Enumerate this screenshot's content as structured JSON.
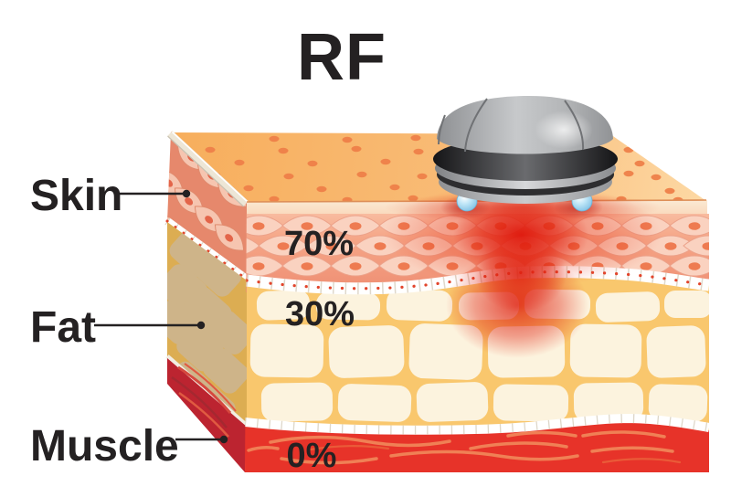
{
  "title": "RF",
  "layers": [
    {
      "id": "skin",
      "label": "Skin",
      "energy_pct": "70%"
    },
    {
      "id": "fat",
      "label": "Fat",
      "energy_pct": "30%"
    },
    {
      "id": "muscle",
      "label": "Muscle",
      "energy_pct": "0%"
    }
  ],
  "colors": {
    "text": "#242122",
    "skin_surface_orange": "#f8b160",
    "skin_dermis_salmon": "#f4a085",
    "skin_cell_pink": "#fad2c0",
    "fat_web_yellow": "#f9c76d",
    "fat_cell_cream": "#fcf3de",
    "fat_side_tan": "#ceb489",
    "muscle_red": "#e73329",
    "muscle_side_red": "#bc2430",
    "muscle_fiber_orange": "#f08055",
    "heat_glow_red": "#e2231a",
    "membrane_white": "#ffffff",
    "device_body_gray": "#a7a9ac",
    "device_band_black": "#1c1c1e",
    "electrode_blue": "#9fd4ee"
  }
}
